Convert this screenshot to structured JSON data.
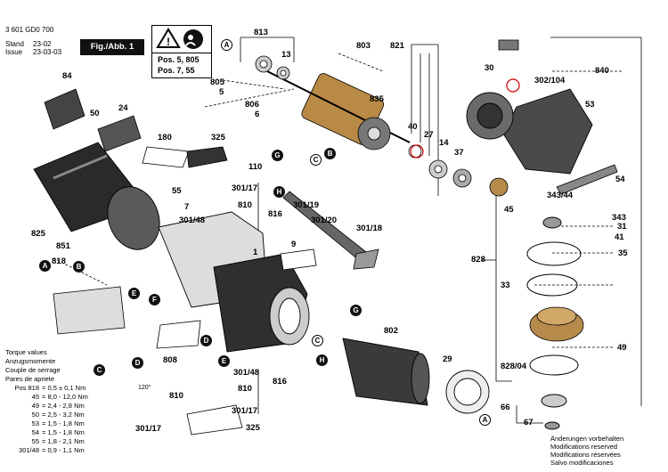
{
  "header": {
    "doc_number": "3 601 GD0 700",
    "stand_label": "Stand",
    "stand_value": "23-02",
    "issue_label": "Issue",
    "issue_value": "23-03-03",
    "figure_label": "Fig./Abb. 1"
  },
  "notice_box": {
    "line1": "Pos. 5, 805",
    "line2": "Pos. 7, 55"
  },
  "torque": {
    "heading": [
      "Torque values",
      "Anzugsmomente",
      "Couple de serrage",
      "Pares de apriete"
    ],
    "rows": [
      {
        "pos": "Pos 818",
        "value": "= 0,5 ± 0,1 Nm"
      },
      {
        "pos": "45",
        "value": "= 8,0 - 12,0 Nm"
      },
      {
        "pos": "49",
        "value": "= 2,4 - 2,8 Nm"
      },
      {
        "pos": "50",
        "value": "= 2,5 - 3,2 Nm"
      },
      {
        "pos": "53",
        "value": "= 1,5 - 1,8 Nm"
      },
      {
        "pos": "54",
        "value": "= 1,5 - 1,8 Nm"
      },
      {
        "pos": "55",
        "value": "= 1,8 - 2,1 Nm"
      },
      {
        "pos": "301/48",
        "value": "= 0,9 - 1,1 Nm"
      }
    ]
  },
  "footer_note": [
    "Änderungen vorbehalten",
    "Modifications reserved",
    "Modifications réservées",
    "Salvo modificaciones"
  ],
  "angle_label": "120°",
  "part_labels": [
    "813",
    "803",
    "821",
    "13",
    "805",
    "5",
    "806",
    "6",
    "835",
    "84",
    "50",
    "24",
    "180",
    "325",
    "110",
    "301/17",
    "7",
    "55",
    "810",
    "301/48",
    "816",
    "301/19",
    "301/20",
    "301/18",
    "825",
    "851",
    "818",
    "9",
    "1",
    "40",
    "27",
    "14",
    "37",
    "30",
    "840",
    "302/104",
    "53",
    "54",
    "343/44",
    "343",
    "45",
    "31",
    "41",
    "35",
    "828",
    "33",
    "49",
    "828/04",
    "66",
    "67",
    "802",
    "29",
    "808",
    "301/48",
    "810",
    "816",
    "301/17",
    "325",
    "810",
    "301/17"
  ],
  "ref_markers": [
    "A",
    "B",
    "C",
    "D",
    "E",
    "F",
    "G",
    "H"
  ]
}
